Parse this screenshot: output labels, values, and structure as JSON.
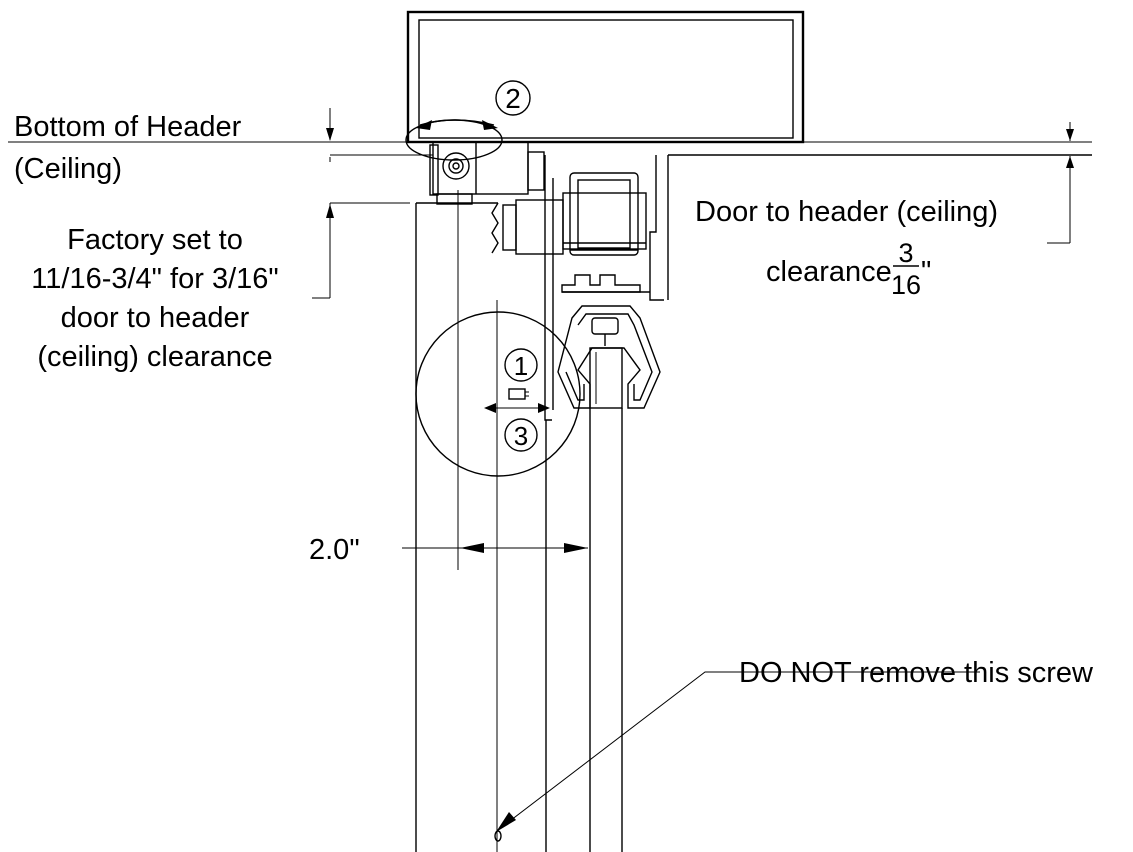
{
  "labels": {
    "bottom_of_header": "Bottom of Header",
    "ceiling": "(Ceiling)",
    "factory_line1": "Factory set to",
    "factory_line2": "11/16-3/4\" for 3/16\"",
    "factory_line3": "door to header",
    "factory_line4": "(ceiling) clearance",
    "door_to_header": "Door to header (ceiling)",
    "clearance": "clearance",
    "fraction_numerator": "3",
    "fraction_denominator": "16",
    "inch_mark": "\"",
    "dimension_width": "2.0\"",
    "do_not_remove": "DO NOT remove this screw"
  },
  "callouts": {
    "c1": "1",
    "c2": "2",
    "c3": "3"
  }
}
